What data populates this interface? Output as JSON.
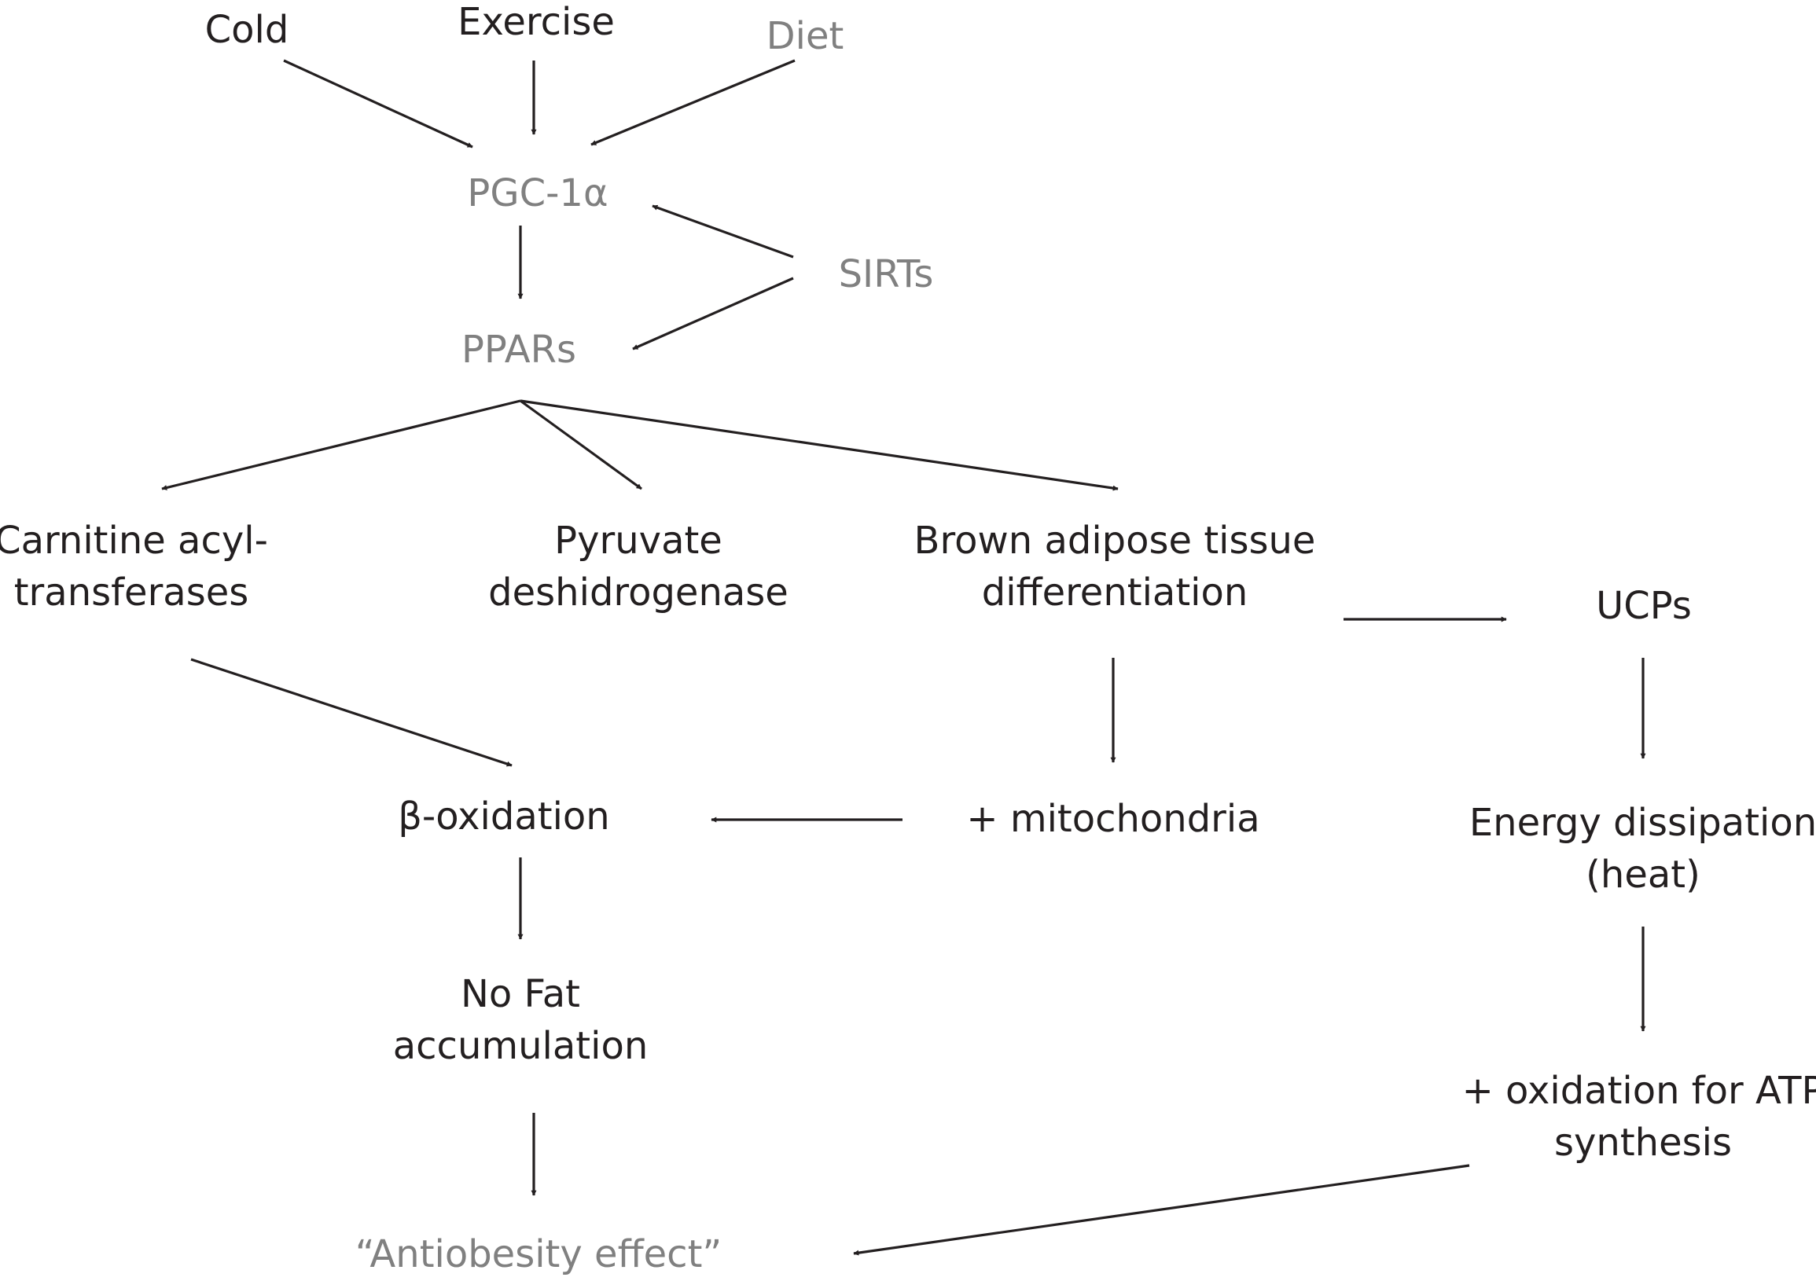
{
  "colors": {
    "dark_text": "#231f20",
    "gray_text": "#808080",
    "arrow": "#231f20",
    "background": "#ffffff"
  },
  "nodes": {
    "cold": {
      "lines": [
        "Cold"
      ],
      "tone": "dark"
    },
    "exercise": {
      "lines": [
        "Exercise"
      ],
      "tone": "dark"
    },
    "diet": {
      "lines": [
        "Diet"
      ],
      "tone": "gray"
    },
    "pgc1a": {
      "lines": [
        "PGC-1α"
      ],
      "tone": "gray"
    },
    "sirts": {
      "lines": [
        "SIRTs"
      ],
      "tone": "gray"
    },
    "ppars": {
      "lines": [
        "PPARs"
      ],
      "tone": "gray"
    },
    "carnitine": {
      "lines": [
        "Carnitine acyl-",
        "transferases"
      ],
      "tone": "dark"
    },
    "pyruvate": {
      "lines": [
        "Pyruvate",
        "deshidrogenase"
      ],
      "tone": "dark"
    },
    "brown_adipose": {
      "lines": [
        "Brown adipose tissue",
        "differentiation"
      ],
      "tone": "dark"
    },
    "ucps": {
      "lines": [
        "UCPs"
      ],
      "tone": "dark"
    },
    "beta_oxidation": {
      "lines": [
        "β-oxidation"
      ],
      "tone": "dark"
    },
    "mitochondria": {
      "lines": [
        "+ mitochondria"
      ],
      "tone": "dark"
    },
    "energy_dissipation": {
      "lines": [
        "Energy dissipation",
        "(heat)"
      ],
      "tone": "dark"
    },
    "no_fat": {
      "lines": [
        "No Fat",
        "accumulation"
      ],
      "tone": "dark"
    },
    "oxidation_atp": {
      "lines": [
        "+ oxidation for ATP",
        "synthesis"
      ],
      "tone": "dark"
    },
    "antiobesity": {
      "lines": [
        "“Antiobesity effect”"
      ],
      "tone": "gray"
    }
  },
  "edges": [
    {
      "from": "cold",
      "to": "pgc1a"
    },
    {
      "from": "exercise",
      "to": "pgc1a"
    },
    {
      "from": "diet",
      "to": "pgc1a"
    },
    {
      "from": "sirts",
      "to": "pgc1a"
    },
    {
      "from": "sirts",
      "to": "ppars"
    },
    {
      "from": "pgc1a",
      "to": "ppars"
    },
    {
      "from": "ppars",
      "to": "carnitine"
    },
    {
      "from": "ppars",
      "to": "pyruvate"
    },
    {
      "from": "ppars",
      "to": "brown_adipose"
    },
    {
      "from": "brown_adipose",
      "to": "ucps"
    },
    {
      "from": "brown_adipose",
      "to": "mitochondria"
    },
    {
      "from": "carnitine",
      "to": "beta_oxidation"
    },
    {
      "from": "mitochondria",
      "to": "beta_oxidation"
    },
    {
      "from": "ucps",
      "to": "energy_dissipation"
    },
    {
      "from": "beta_oxidation",
      "to": "no_fat"
    },
    {
      "from": "energy_dissipation",
      "to": "oxidation_atp"
    },
    {
      "from": "no_fat",
      "to": "antiobesity"
    },
    {
      "from": "oxidation_atp",
      "to": "antiobesity"
    }
  ]
}
